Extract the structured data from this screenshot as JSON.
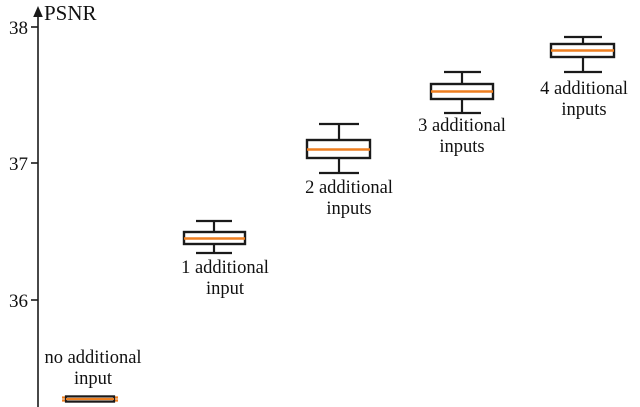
{
  "chart_data": {
    "type": "box",
    "title": "",
    "xlabel": "",
    "ylabel": "PSNR",
    "ylim": [
      35.15,
      38.12
    ],
    "grid": false,
    "legend": null,
    "yticks": [
      36,
      37,
      38
    ],
    "ytick_labels": [
      "36",
      "37",
      "38"
    ],
    "categories": [
      "no additional input",
      "1 additional input",
      "2 additional inputs",
      "3 additional inputs",
      "4 additional inputs"
    ],
    "boxes": [
      {
        "category": "no additional input",
        "whisker_low": 35.28,
        "q1": 35.28,
        "median": 35.29,
        "q3": 35.3,
        "whisker_high": 35.3
      },
      {
        "category": "1 additional input",
        "whisker_low": 36.35,
        "q1": 36.41,
        "median": 36.45,
        "q3": 36.5,
        "whisker_high": 36.58
      },
      {
        "category": "2 additional inputs",
        "whisker_low": 36.93,
        "q1": 37.04,
        "median": 37.1,
        "q3": 37.17,
        "whisker_high": 37.29
      },
      {
        "category": "3 additional inputs",
        "whisker_low": 37.37,
        "q1": 37.47,
        "median": 37.53,
        "q3": 37.58,
        "whisker_high": 37.67
      },
      {
        "category": "4 additional inputs",
        "whisker_low": 37.67,
        "q1": 37.78,
        "median": 37.82,
        "q3": 37.87,
        "whisker_high": 37.92
      }
    ],
    "colors": {
      "box_edge": "#1a1a1a",
      "median": "#ee7f20",
      "whisker": "#1a1a1a",
      "axis": "#1a1a1a",
      "background": "#ffffff"
    }
  },
  "axis": {
    "y_title": "PSNR",
    "ticks": [
      {
        "label": "38"
      },
      {
        "label": "37"
      },
      {
        "label": "36"
      }
    ]
  },
  "group_labels": [
    {
      "line1": "no additional",
      "line2": "input"
    },
    {
      "line1": "1 additional",
      "line2": "input"
    },
    {
      "line1": "2 additional",
      "line2": "inputs"
    },
    {
      "line1": "3 additional",
      "line2": "inputs"
    },
    {
      "line1": "4 additional",
      "line2": "inputs"
    }
  ]
}
